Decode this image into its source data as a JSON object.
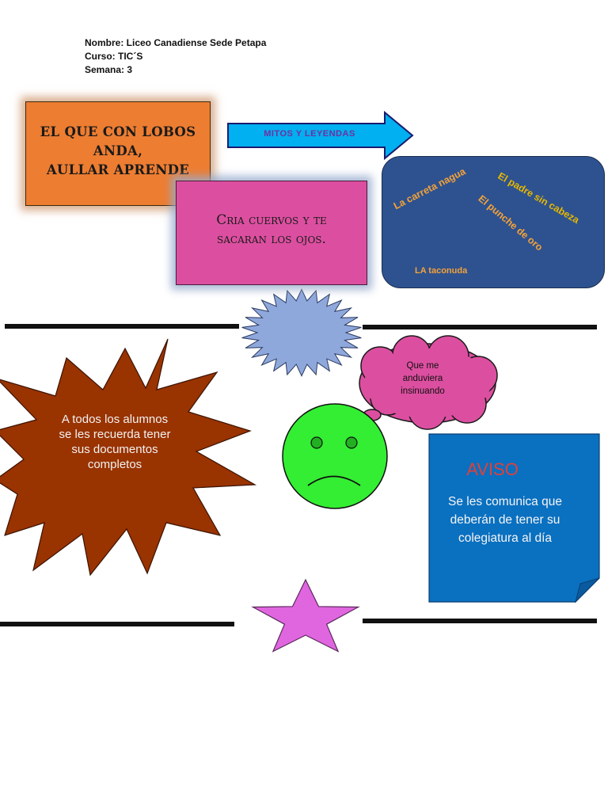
{
  "header": {
    "line1": "Nombre: Liceo Canadiense Sede Petapa",
    "line2": "Curso: TIC´S",
    "line3": "Semana: 3"
  },
  "proverb1": {
    "line1": "EL QUE CON LOBOS",
    "line2": "ANDA,",
    "line3": "AULLAR APRENDE"
  },
  "proverb2": {
    "line1": "Cria cuervos y te",
    "line2": "sacaran los ojos."
  },
  "arrow": {
    "label": "MITOS Y LEYENDAS"
  },
  "myths": [
    "La carreta nagua",
    "El padre sin cabeza",
    "El punche de oro",
    "LA taconuda"
  ],
  "burst": {
    "line1": "A todos los alumnos",
    "line2": "se les recuerda tener",
    "line3": "sus documentos",
    "line4": "completos"
  },
  "thought": {
    "line1": "Que me",
    "line2": "anduviera",
    "line3": "insinuando"
  },
  "notice": {
    "title": "AVISO",
    "line1": "Se les comunica que",
    "line2": "deberán de tener su",
    "line3": "colegiatura al día"
  },
  "colors": {
    "orange": "#ed7d31",
    "pink": "#dc4fa0",
    "navy": "#2e528f",
    "arrow_fill": "#00b0f0",
    "burst_fill": "#993300",
    "face": "#33ee33",
    "notice_blue": "#0a70c0",
    "star": "#e066e0",
    "seal": "#8fa8dc"
  }
}
